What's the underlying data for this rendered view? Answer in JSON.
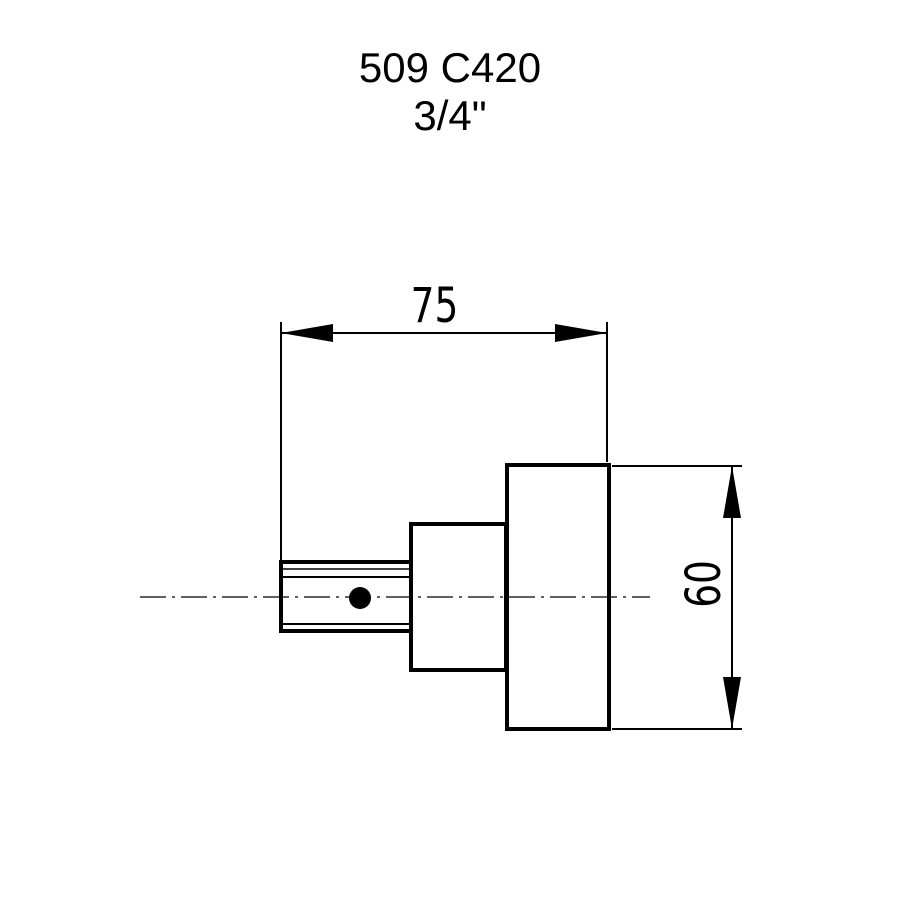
{
  "title": {
    "model": "509 C420",
    "size": "3/4\""
  },
  "dimensions": {
    "length": "75",
    "diameter": "60"
  },
  "colors": {
    "line": "#000000",
    "background": "#ffffff"
  }
}
